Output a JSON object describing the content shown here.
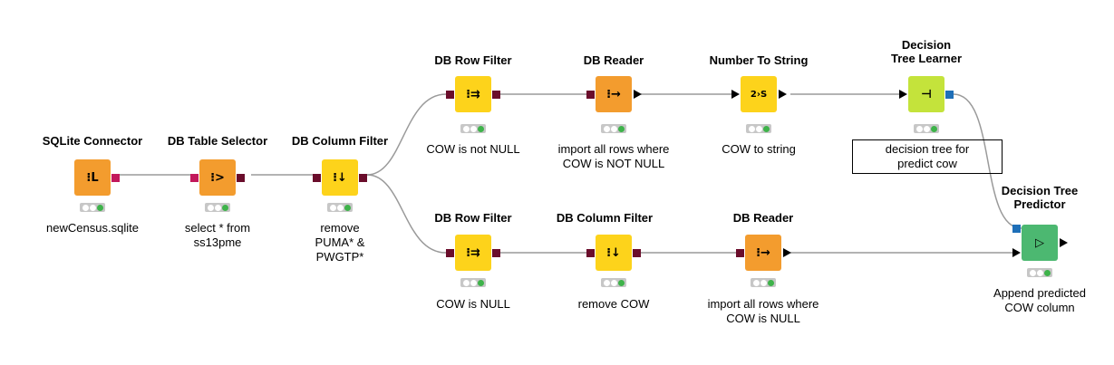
{
  "nodes": [
    {
      "id": "sqlite",
      "title": "SQLite Connector",
      "label": "newCensus.sqlite",
      "icon": "sqlite-connector-icon",
      "glyph": "⁝L",
      "color": "#f39c2e"
    },
    {
      "id": "table_sel",
      "title": "DB Table Selector",
      "label": "select * from\nss13pme",
      "icon": "table-selector-icon",
      "glyph": "⁝>",
      "color": "#f39c2e"
    },
    {
      "id": "colfilt1",
      "title": "DB Column Filter",
      "label": "remove\nPUMA* &\nPWGTP*",
      "icon": "column-filter-icon",
      "glyph": "⁝↓",
      "color": "#fdd31b"
    },
    {
      "id": "rowfilt_top",
      "title": "DB Row Filter",
      "label": "COW is not NULL",
      "icon": "row-filter-icon",
      "glyph": "⁝⇉",
      "color": "#fdd31b"
    },
    {
      "id": "reader_top",
      "title": "DB Reader",
      "label": "import all rows where\nCOW is NOT NULL",
      "icon": "db-reader-icon",
      "glyph": "⁝→",
      "color": "#f39c2e"
    },
    {
      "id": "num2str",
      "title": "Number To String",
      "label": "COW to string",
      "icon": "number-to-string-icon",
      "glyph": "2›S",
      "color": "#fdd31b"
    },
    {
      "id": "learner",
      "title": "Decision\nTree Learner",
      "label": "decision tree for\npredict cow",
      "icon": "decision-tree-learner-icon",
      "glyph": "⊣",
      "color": "#c4e33b"
    },
    {
      "id": "rowfilt_bot",
      "title": "DB Row Filter",
      "label": "COW is NULL",
      "icon": "row-filter-icon",
      "glyph": "⁝⇉",
      "color": "#fdd31b"
    },
    {
      "id": "colfilt2",
      "title": "DB Column Filter",
      "label": "remove COW",
      "icon": "column-filter-icon",
      "glyph": "⁝↓",
      "color": "#fdd31b"
    },
    {
      "id": "reader_bot",
      "title": "DB Reader",
      "label": "import all rows where\nCOW is NULL",
      "icon": "db-reader-icon",
      "glyph": "⁝→",
      "color": "#f39c2e"
    },
    {
      "id": "predictor",
      "title": "Decision Tree\nPredictor",
      "label": "Append predicted\nCOW column",
      "icon": "decision-tree-predictor-icon",
      "glyph": "▷",
      "color": "#4cb871"
    }
  ],
  "colors": {
    "db_port": "#6a0d2b",
    "db_port_pink": "#c2185b",
    "model_port": "#1e6fb8",
    "status_ok": "#3eb34a",
    "connection": "#9a9a9a"
  }
}
